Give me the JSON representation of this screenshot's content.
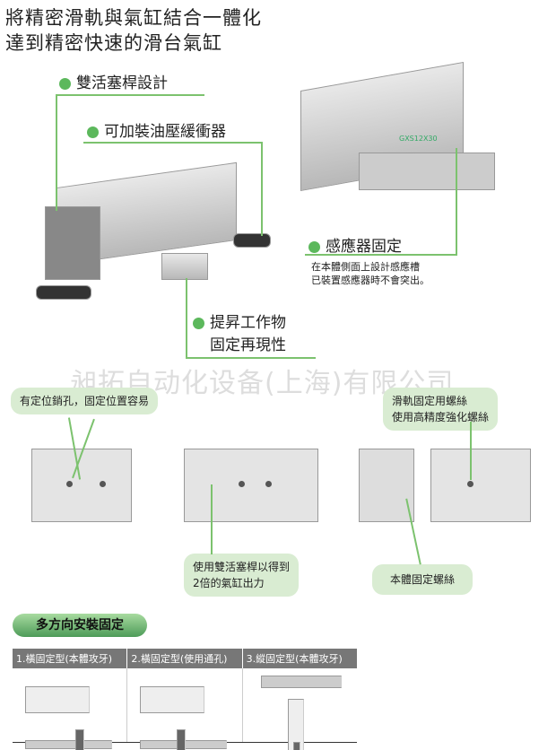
{
  "headline": {
    "line1": "將精密滑軌與氣缸結合一體化",
    "line2": "達到精密快速的滑台氣缸"
  },
  "features": {
    "double_rod": "雙活塞桿設計",
    "shock_absorber": "可加裝油壓緩衝器",
    "sensor": "感應器固定",
    "sensor_desc1": "在本體側面上設計感應槽",
    "sensor_desc2": "已裝置感應器時不會突出。",
    "repeat1": "提昇工作物",
    "repeat2": "固定再現性"
  },
  "product_label": "GXS12X30",
  "watermark": "昶拓自动化设备(上海)有限公司",
  "callouts": {
    "pin_hole": "有定位銷孔，固定位置容易",
    "rail_screw1": "滑軌固定用螺絲",
    "rail_screw2": "使用高精度強化螺絲",
    "output1": "使用雙活塞桿以得到",
    "output2": "2倍的氣缸出力",
    "body_screw": "本體固定螺絲"
  },
  "mounting": {
    "title": "多方向安裝固定",
    "columns": [
      "1.橫固定型(本體攻牙)",
      "2.橫固定型(使用通孔)",
      "3.縱固定型(本體攻牙)"
    ]
  },
  "colors": {
    "accent": "#5cb85c",
    "bubble": "#d9ecd2"
  }
}
